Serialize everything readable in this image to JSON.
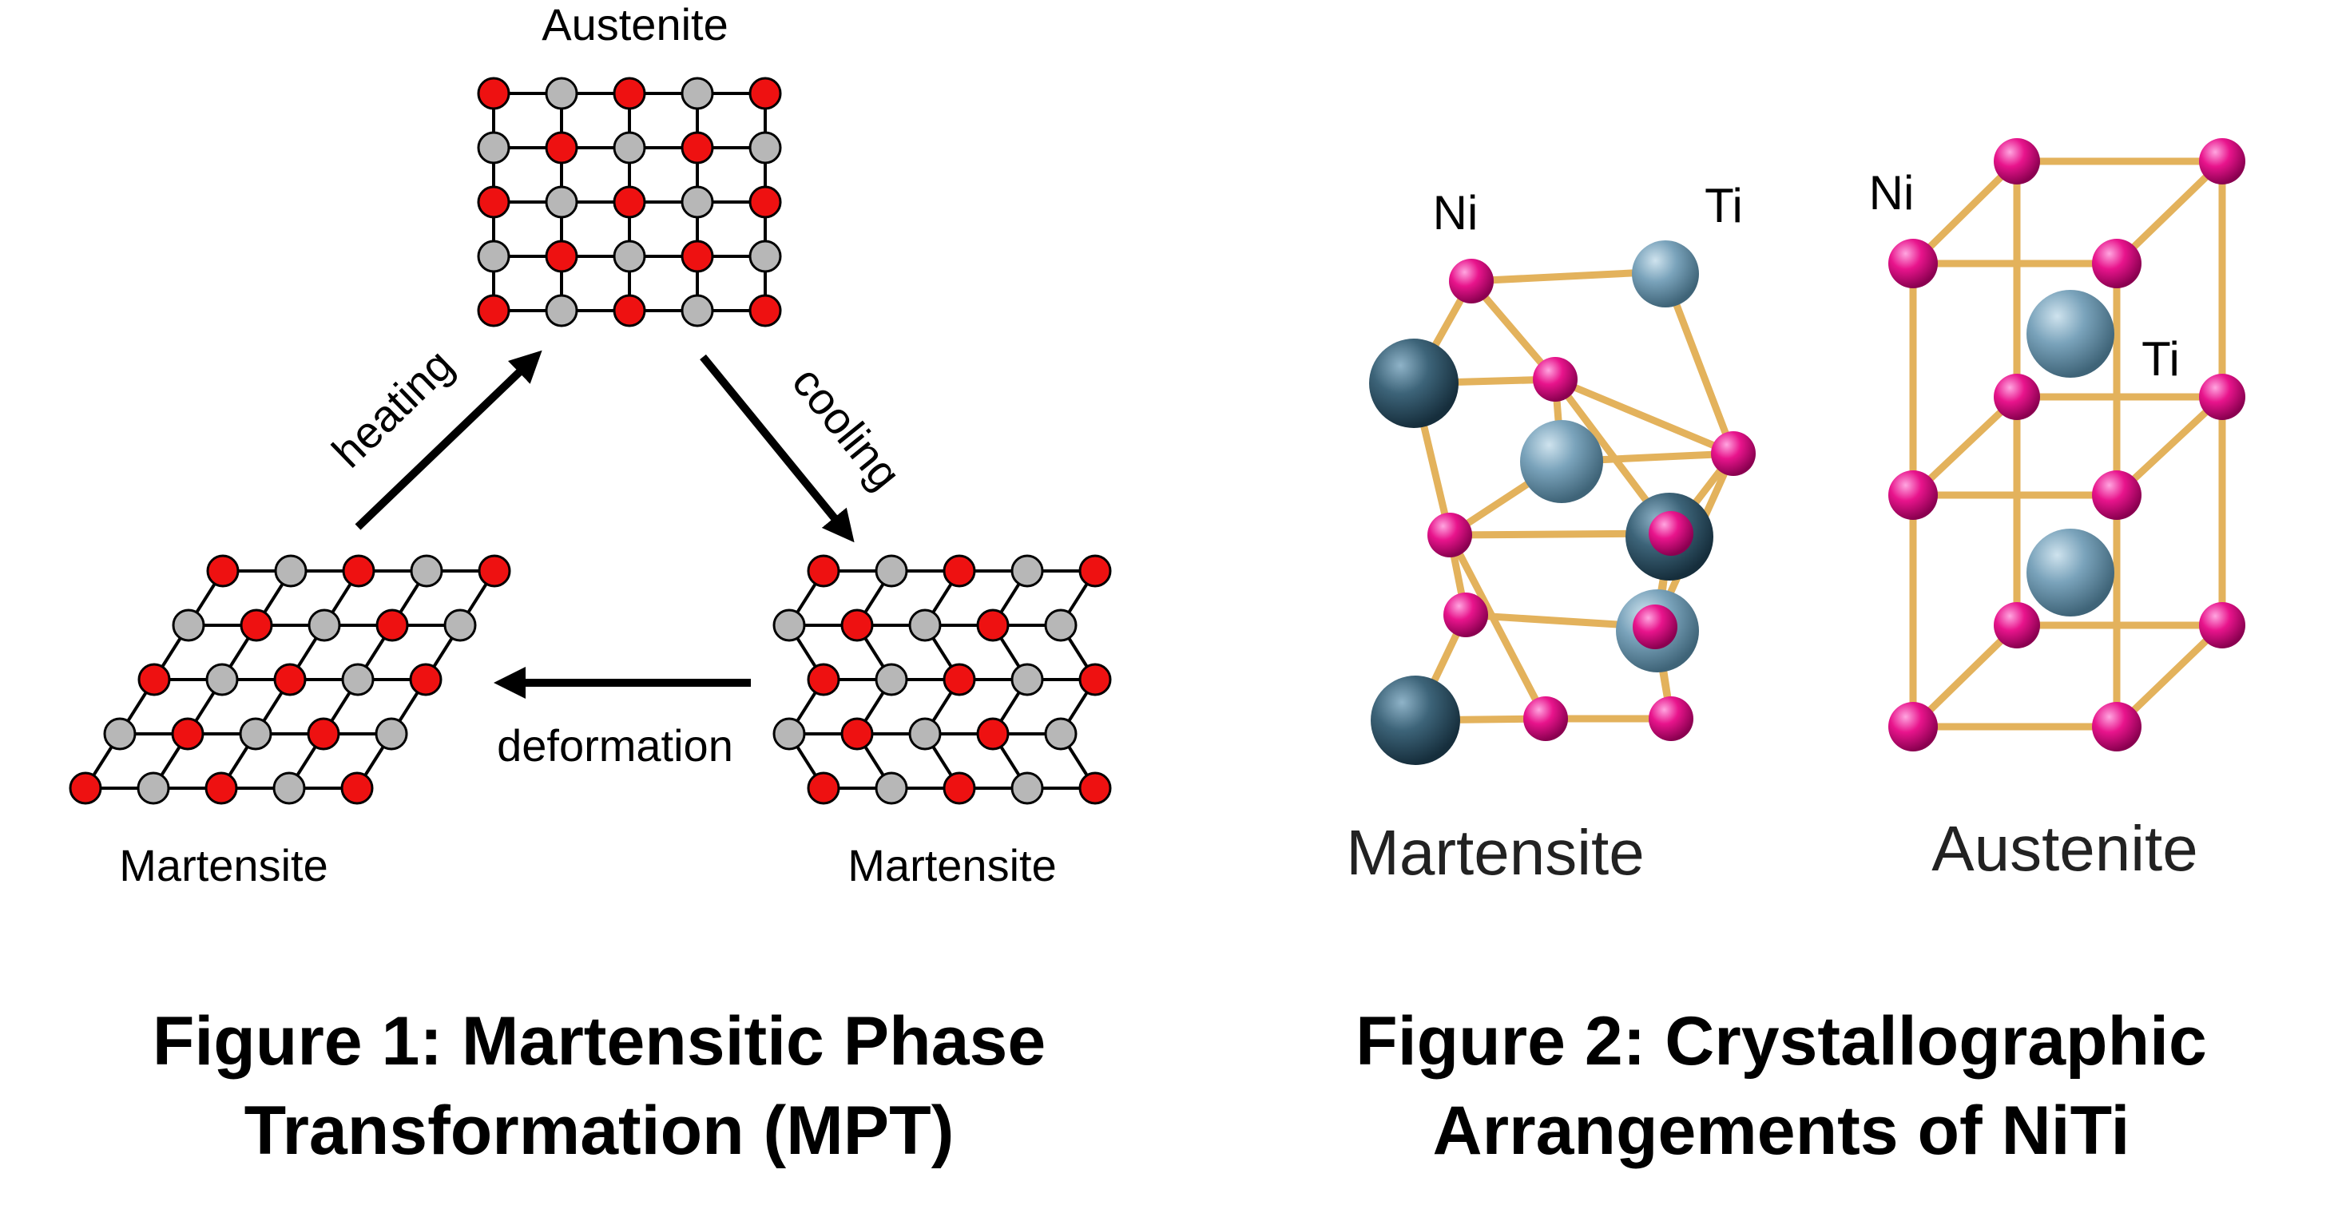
{
  "figure1": {
    "labels": {
      "top": "Austenite",
      "bottom_left": "Martensite",
      "bottom_right": "Martensite",
      "heating": "heating",
      "cooling": "cooling",
      "deformation": "deformation"
    },
    "caption": [
      "Figure 1: Martensitic Phase",
      "Transformation (MPT)"
    ]
  },
  "figure2": {
    "labels": {
      "martensite_ni": "Ni",
      "martensite_ti": "Ti",
      "austenite_ni": "Ni",
      "austenite_ti": "Ti",
      "martensite": "Martensite",
      "austenite": "Austenite"
    },
    "caption": [
      "Figure 2: Crystallographic",
      "Arrangements of NiTi"
    ]
  },
  "colors": {
    "atom_red": "#ee1111",
    "atom_gray": "#b7b7b7",
    "nickel_magenta": "#e8148c",
    "titanium_blue": "#4f7d96",
    "bond_gold": "#e3b25c"
  }
}
